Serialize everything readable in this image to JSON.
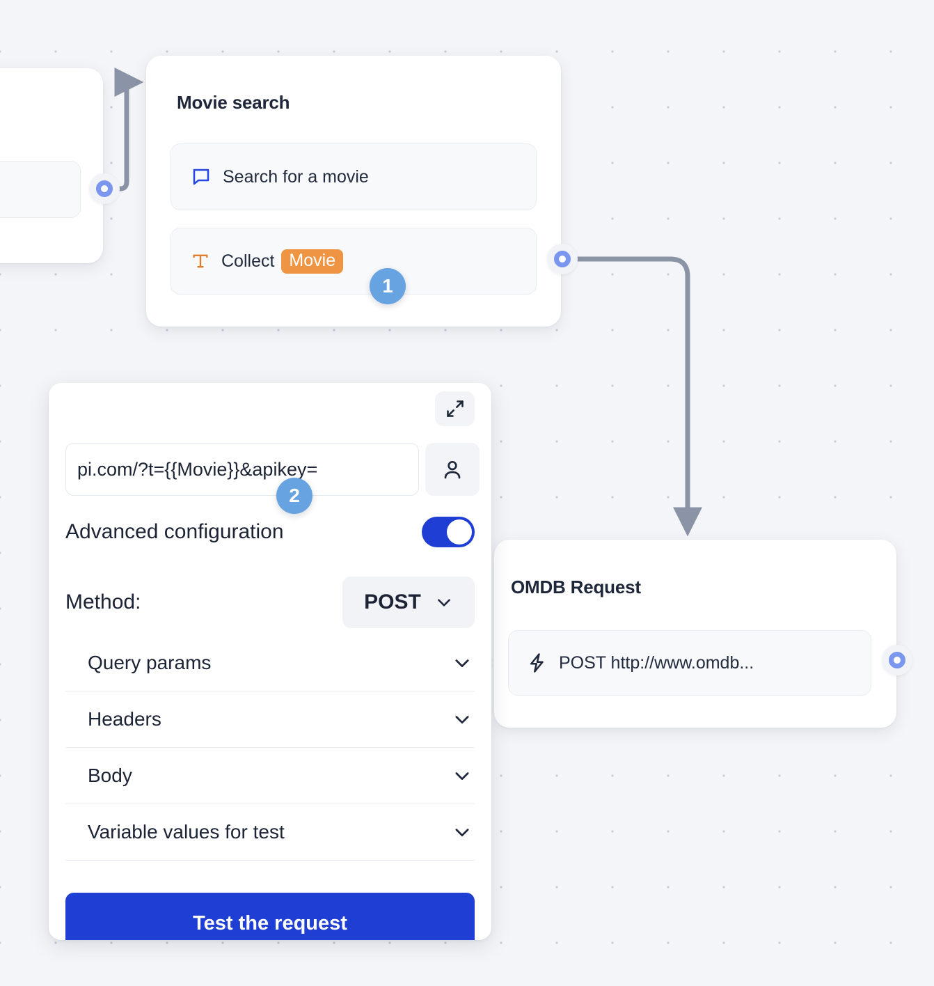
{
  "canvas": {
    "background_color": "#f4f5f8",
    "dot_color": "#c3cad9",
    "edge_color": "#8b93a6"
  },
  "nodes": {
    "trigger": {
      "name": "trigger-node-partial"
    },
    "movie_search": {
      "title": "Movie search",
      "rows": [
        {
          "icon": "message-bubble-icon",
          "label": "Search for a movie"
        },
        {
          "icon": "text-t-icon",
          "label": "Collect",
          "chip": "Movie",
          "chip_color": "#ef9442"
        }
      ]
    },
    "omdb": {
      "title": "OMDB Request",
      "rows": [
        {
          "icon": "lightning-bolt-icon",
          "label": "POST http://www.omdb..."
        }
      ]
    }
  },
  "badges": [
    {
      "number": "1"
    },
    {
      "number": "2"
    }
  ],
  "config_panel": {
    "expand_icon": "expand-diagonal-icon",
    "url_value": "pi.com/?t={{Movie}}&apikey=",
    "url_user_icon": "person-icon",
    "advanced_label": "Advanced configuration",
    "advanced_enabled": true,
    "toggle_color": "#1f3fd4",
    "method_label": "Method:",
    "method_value": "POST",
    "accordions": [
      {
        "label": "Query params"
      },
      {
        "label": "Headers"
      },
      {
        "label": "Body"
      },
      {
        "label": "Variable values for test"
      }
    ],
    "test_button_label": "Test the request"
  }
}
